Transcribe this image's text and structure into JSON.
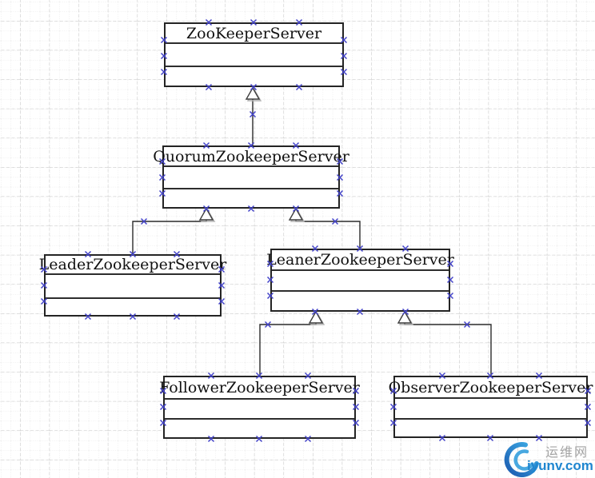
{
  "diagram": {
    "type": "uml-class-diagram",
    "classes": [
      {
        "name": "ZooKeeperServer"
      },
      {
        "name": "QuorumZookeeperServer"
      },
      {
        "name": "LeaderZookeeperServer"
      },
      {
        "name": "LeanerZookeeperServer"
      },
      {
        "name": "FollowerZookeeperServer"
      },
      {
        "name": "ObserverZookeeperServer"
      }
    ],
    "relations": [
      {
        "child": "QuorumZookeeperServer",
        "parent": "ZooKeeperServer",
        "type": "generalization"
      },
      {
        "child": "LeaderZookeeperServer",
        "parent": "QuorumZookeeperServer",
        "type": "generalization"
      },
      {
        "child": "LeanerZookeeperServer",
        "parent": "QuorumZookeeperServer",
        "type": "generalization"
      },
      {
        "child": "FollowerZookeeperServer",
        "parent": "LeanerZookeeperServer",
        "type": "generalization"
      },
      {
        "child": "ObserverZookeeperServer",
        "parent": "LeanerZookeeperServer",
        "type": "generalization"
      }
    ]
  },
  "watermark": {
    "site_name": "运维网",
    "site_url": "iyunv.com"
  },
  "colors": {
    "connection_point_blue": "#4343c8",
    "line": "#2a2a2a",
    "grid_minor": "#e2e2e2",
    "grid_major": "#c6c6c6",
    "logo_blue": "#1f86d0",
    "watermark_gray": "#a3a3a3"
  }
}
